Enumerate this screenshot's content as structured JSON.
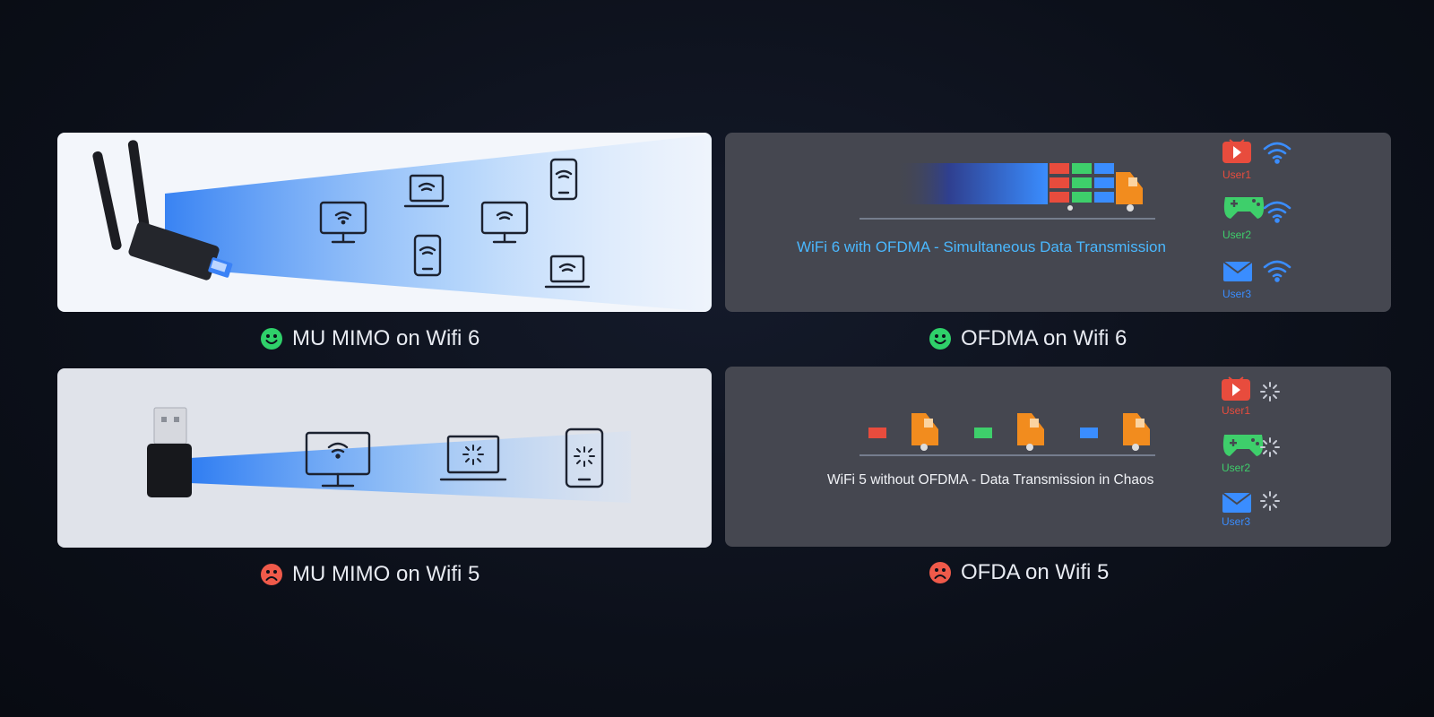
{
  "panels": {
    "mumimo_wifi6": {
      "caption": "MU MIMO on Wifi 6",
      "status": "good"
    },
    "ofdma_wifi6": {
      "caption": "OFDMA on Wifi 6",
      "status": "good",
      "banner": "WiFi 6 with OFDMA - Simultaneous Data Transmission",
      "users": [
        "User1",
        "User2",
        "User3"
      ]
    },
    "mumimo_wifi5": {
      "caption": "MU MIMO on Wifi 5",
      "status": "bad"
    },
    "ofdma_wifi5": {
      "caption": "OFDA on Wifi 5",
      "status": "bad",
      "banner": "WiFi 5 without OFDMA - Data Transmission in Chaos",
      "users": [
        "User1",
        "User2",
        "User3"
      ]
    }
  },
  "colors": {
    "good": "#2fd06a",
    "bad": "#ef5a4a",
    "beam": "#3a8dff",
    "user1": "#e84c3d",
    "user2": "#3ecf6b",
    "user3": "#3a8dff",
    "truck": "#f28c1e"
  },
  "icons": [
    "wifi-icon",
    "monitor-icon",
    "laptop-icon",
    "phone-icon",
    "truck-icon",
    "play-icon",
    "gamepad-icon",
    "mail-icon",
    "loading-icon",
    "smiley-icon",
    "frown-icon"
  ]
}
